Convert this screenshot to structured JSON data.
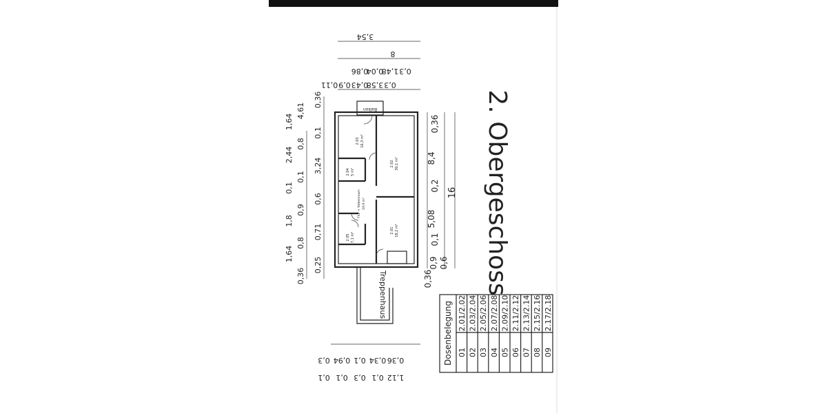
{
  "title": "2. Obergeschoss",
  "labels": {
    "balkon": "Balkon",
    "treppenhaus": "Treppenhaus"
  },
  "rooms": [
    {
      "id": "2.03",
      "area": "16,3 m²"
    },
    {
      "id": "2.02",
      "area": "30,1 m²"
    },
    {
      "id": "2.04",
      "area": "5 m²"
    },
    {
      "id": "Flur + Nebenraum",
      "area": "19,9 m²"
    },
    {
      "id": "2.05",
      "area": "7,1 m²"
    },
    {
      "id": "2.01",
      "area": "18,2 m²"
    }
  ],
  "table": {
    "header": "Dosenbelegung",
    "rows": [
      {
        "no": "01",
        "value": "2.01/2.02"
      },
      {
        "no": "02",
        "value": "2.03/2.04"
      },
      {
        "no": "03",
        "value": "2.05/2.06"
      },
      {
        "no": "04",
        "value": "2.07/2.08"
      },
      {
        "no": "05",
        "value": "2.09/2.10"
      },
      {
        "no": "06",
        "value": "2.11/2.12"
      },
      {
        "no": "07",
        "value": "2.13/2.14"
      },
      {
        "no": "08",
        "value": "2.15/2.16"
      },
      {
        "no": "09",
        "value": "2.17/2.18"
      }
    ]
  },
  "dims": {
    "right": [
      "0,36",
      "8,4",
      "0,2",
      "16",
      "5,08",
      "0,1",
      "0,9",
      "0,6",
      "0,36"
    ],
    "left": [
      "0,36",
      "4,61",
      "1,64",
      "0,1",
      "0,8",
      "2,44",
      "3,24",
      "0,1",
      "0,1",
      "0,6",
      "0,9",
      "1,8",
      "0,71",
      "0,8",
      "1,64",
      "0,25",
      "0,36"
    ],
    "top": [
      "3,54",
      "8",
      "0,86",
      "0,04",
      "1,48",
      "0,3",
      "0,11",
      "0,9",
      "0,43",
      "3,58",
      "0,3"
    ],
    "bottom": [
      "0,3",
      "0,94",
      "0,1",
      "0,34",
      "0,36",
      "0,1",
      "0,1",
      "0,3",
      "0,1",
      "1,12"
    ]
  }
}
